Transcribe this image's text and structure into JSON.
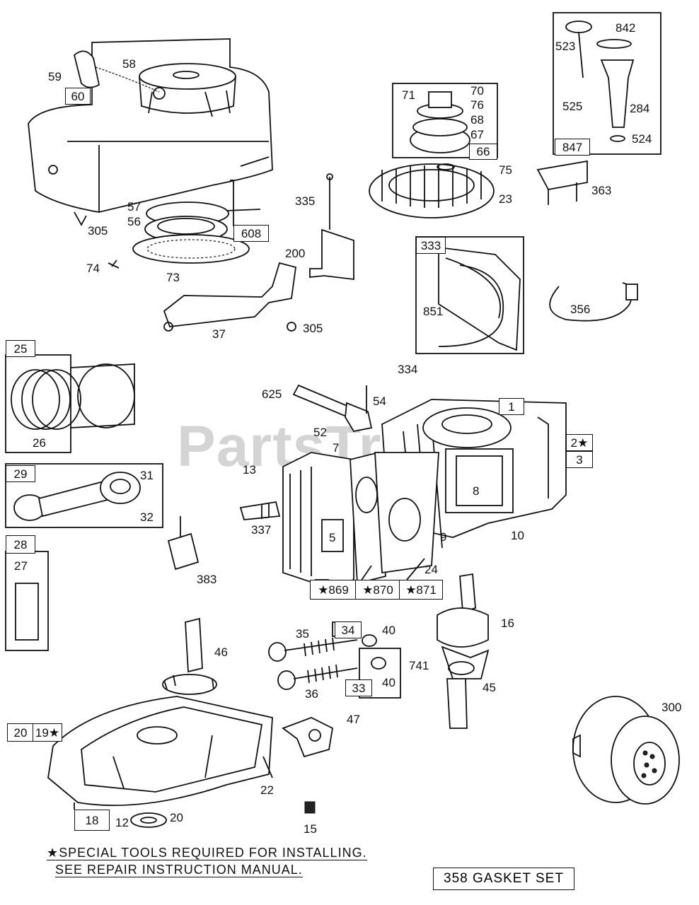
{
  "watermark": "PartsTree",
  "labels": [
    "58",
    "59",
    "57",
    "56",
    "305",
    "74",
    "73",
    "71",
    "70",
    "76",
    "68",
    "67",
    "75",
    "23",
    "842",
    "523",
    "525",
    "284",
    "524",
    "335",
    "363",
    "200",
    "37",
    "305",
    "356",
    "851",
    "334",
    "26",
    "625",
    "54",
    "52",
    "13",
    "7",
    "337",
    "5",
    "8",
    "9",
    "10",
    "24",
    "31",
    "32",
    "27",
    "383",
    "16",
    "741",
    "45",
    "35",
    "36",
    "40",
    "40",
    "46",
    "47",
    "300",
    "22",
    "15",
    "12",
    "20"
  ],
  "boxed": [
    "60",
    "608",
    "66",
    "847",
    "333",
    "25",
    "1",
    "2★",
    "3",
    "29",
    "28",
    "★869",
    "★870",
    "★871",
    "34",
    "33",
    "20",
    "19★",
    "18"
  ],
  "footer": {
    "note_line1": "★SPECIAL TOOLS REQUIRED FOR INSTALLING.",
    "note_line2": "SEE REPAIR INSTRUCTION MANUAL.",
    "gasket_set": "358  GASKET SET"
  }
}
